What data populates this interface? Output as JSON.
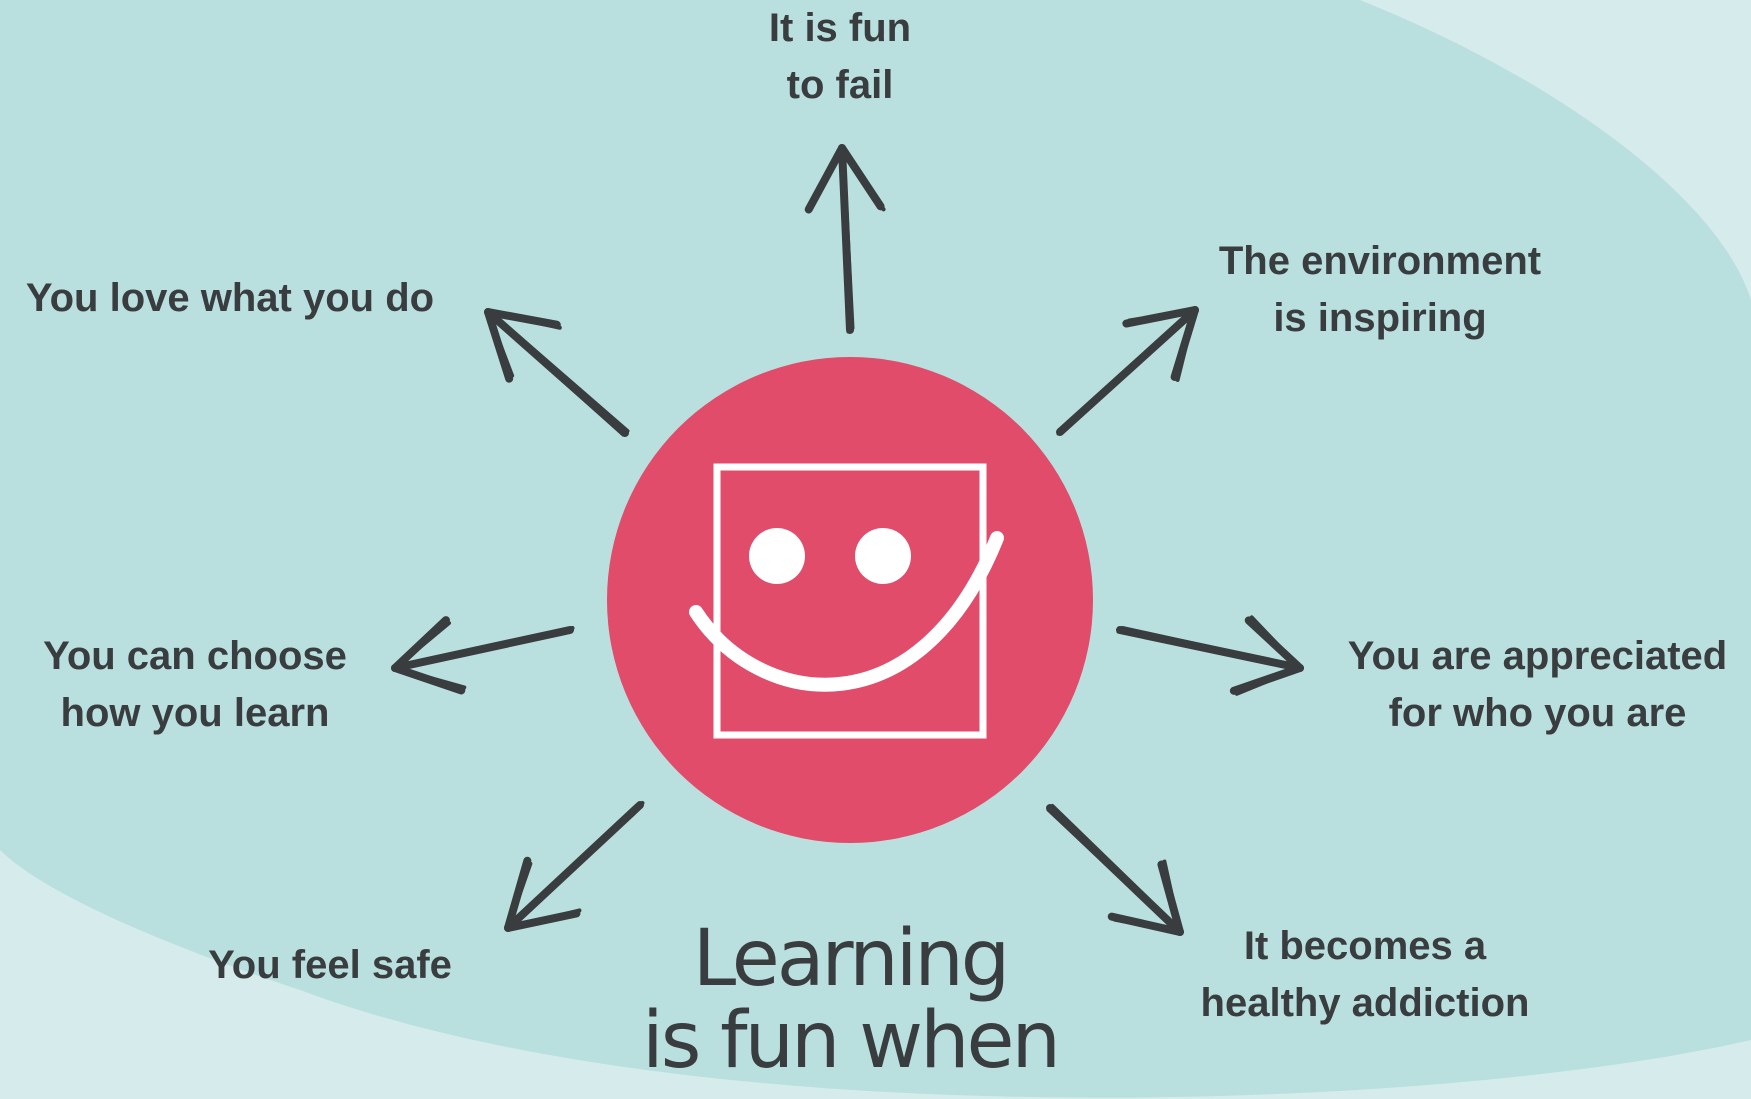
{
  "colors": {
    "background_light": "#d6ecec",
    "background_blob": "#b9e0df",
    "circle": "#e04c6a",
    "face_lines": "#ffffff",
    "arrows": "#3a3d40",
    "text": "#3a3d40"
  },
  "center_icon": "smiley-square-icon",
  "title": {
    "line1": "Learning",
    "line2": "is fun when"
  },
  "reasons": [
    {
      "line1": "It is fun",
      "line2": "to fail"
    },
    {
      "line1": "The environment",
      "line2": "is inspiring"
    },
    {
      "line1": "You are appreciated",
      "line2": "for who you are"
    },
    {
      "line1": "It becomes a",
      "line2": "healthy addiction"
    },
    {
      "line1": "You feel safe"
    },
    {
      "line1": "You can choose",
      "line2": "how you learn"
    },
    {
      "line1": "You love what you do"
    }
  ]
}
